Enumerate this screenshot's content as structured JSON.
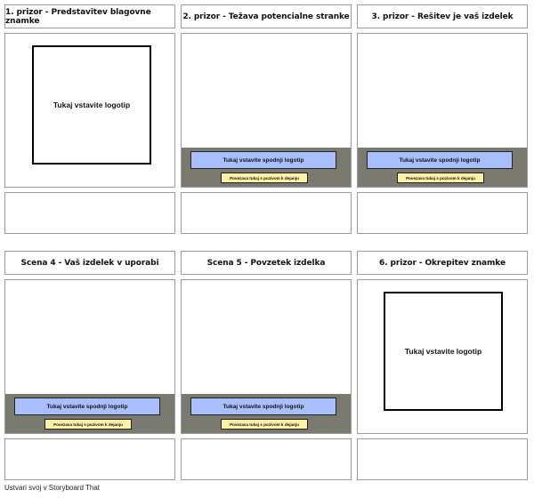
{
  "scenes": [
    {
      "title": "1. prizor - Predstavitev blagovne znamke",
      "logo": "Tukaj vstavite logotip"
    },
    {
      "title": "2. prizor - Težava potencialne stranke",
      "bottom_logo": "Tukaj vstavite spodnji logotip",
      "cta": "Povezava tukaj s pozivom k dejanju"
    },
    {
      "title": "3. prizor - Rešitev je vaš izdelek",
      "bottom_logo": "Tukaj vstavite spodnji logotip",
      "cta": "Povezava tukaj s pozivom k dejanju"
    },
    {
      "title": "Scena 4 - Vaš izdelek v uporabi",
      "bottom_logo": "Tukaj vstavite spodnji logotip",
      "cta": "Povezava tukaj s pozivom k dejanju"
    },
    {
      "title": "Scena 5 - Povzetek izdelka",
      "bottom_logo": "Tukaj vstavite spodnji logotip",
      "cta": "Povezava tukaj s pozivom k dejanju"
    },
    {
      "title": "6. prizor - Okrepitev znamke",
      "logo": "Tukaj vstavite logotip"
    }
  ],
  "footer": "Ustvari svoj v Storyboard That",
  "colors": {
    "bottom_bar": "#7b7a70",
    "bottom_logo_fill": "#a9bffd",
    "cta_fill": "#fff2a6",
    "border": "#9c9c9c"
  }
}
